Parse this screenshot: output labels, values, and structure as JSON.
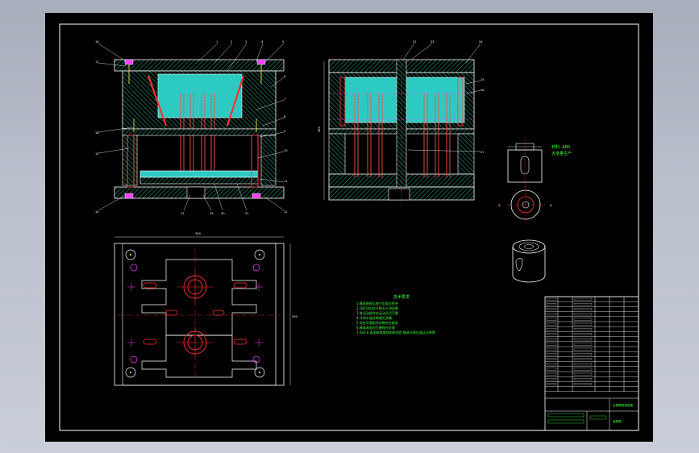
{
  "drawing": {
    "material_note": "材料: ABS",
    "production_note": "大批量生产",
    "tech_title": "技术要求",
    "tech_lines": [
      "1.模具装配后各分型面应密合",
      "2.顶杆顶出应平稳无卡滞现象",
      "3.各活动部件应运动灵活可靠",
      "4.冷却水道应畅通无渗漏",
      "5.导柱导套配合间隙符合要求",
      "6.模具表面应打磨抛光处理",
      "7.Ra0.8 表面粗糙度按图纸规定 模具外观应清洁无锈蚀"
    ],
    "title_block": {
      "title": "注塑模具装配图",
      "sub": "装配图"
    }
  }
}
